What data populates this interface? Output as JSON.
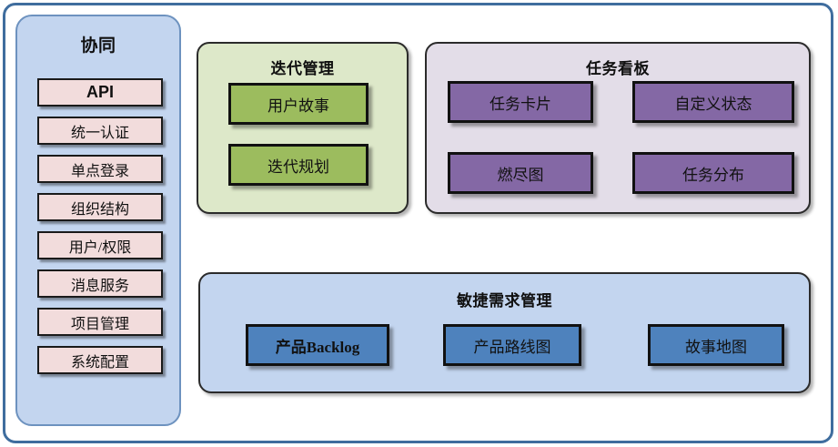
{
  "diagram": {
    "outer_frame_color": "#3f6d9e",
    "background": "#ffffff"
  },
  "sidebar": {
    "title": "协同",
    "panel_color": "#c3d5ef",
    "item_color": "#f2dcdc",
    "items": [
      {
        "label": "API",
        "emphasis": "bold"
      },
      {
        "label": "统一认证",
        "emphasis": "normal"
      },
      {
        "label": "单点登录",
        "emphasis": "normal"
      },
      {
        "label": "组织结构",
        "emphasis": "normal"
      },
      {
        "label": "用户/权限",
        "emphasis": "normal"
      },
      {
        "label": "消息服务",
        "emphasis": "normal"
      },
      {
        "label": "项目管理",
        "emphasis": "normal"
      },
      {
        "label": "系统配置",
        "emphasis": "normal"
      }
    ]
  },
  "iteration_panel": {
    "title": "迭代管理",
    "panel_color": "#dde8c9",
    "item_color": "#9cbc5e",
    "items": [
      {
        "label": "用户故事"
      },
      {
        "label": "迭代规划"
      }
    ]
  },
  "taskboard_panel": {
    "title": "任务看板",
    "panel_color": "#e3dde8",
    "item_color": "#8468a5",
    "items": [
      {
        "label": "任务卡片"
      },
      {
        "label": "自定义状态"
      },
      {
        "label": "燃尽图"
      },
      {
        "label": "任务分布"
      }
    ]
  },
  "agile_panel": {
    "title": "敏捷需求管理",
    "panel_color": "#c3d5ef",
    "item_color": "#4e82bd",
    "items": [
      {
        "label": "产品Backlog"
      },
      {
        "label": "产品路线图"
      },
      {
        "label": "故事地图"
      }
    ]
  }
}
